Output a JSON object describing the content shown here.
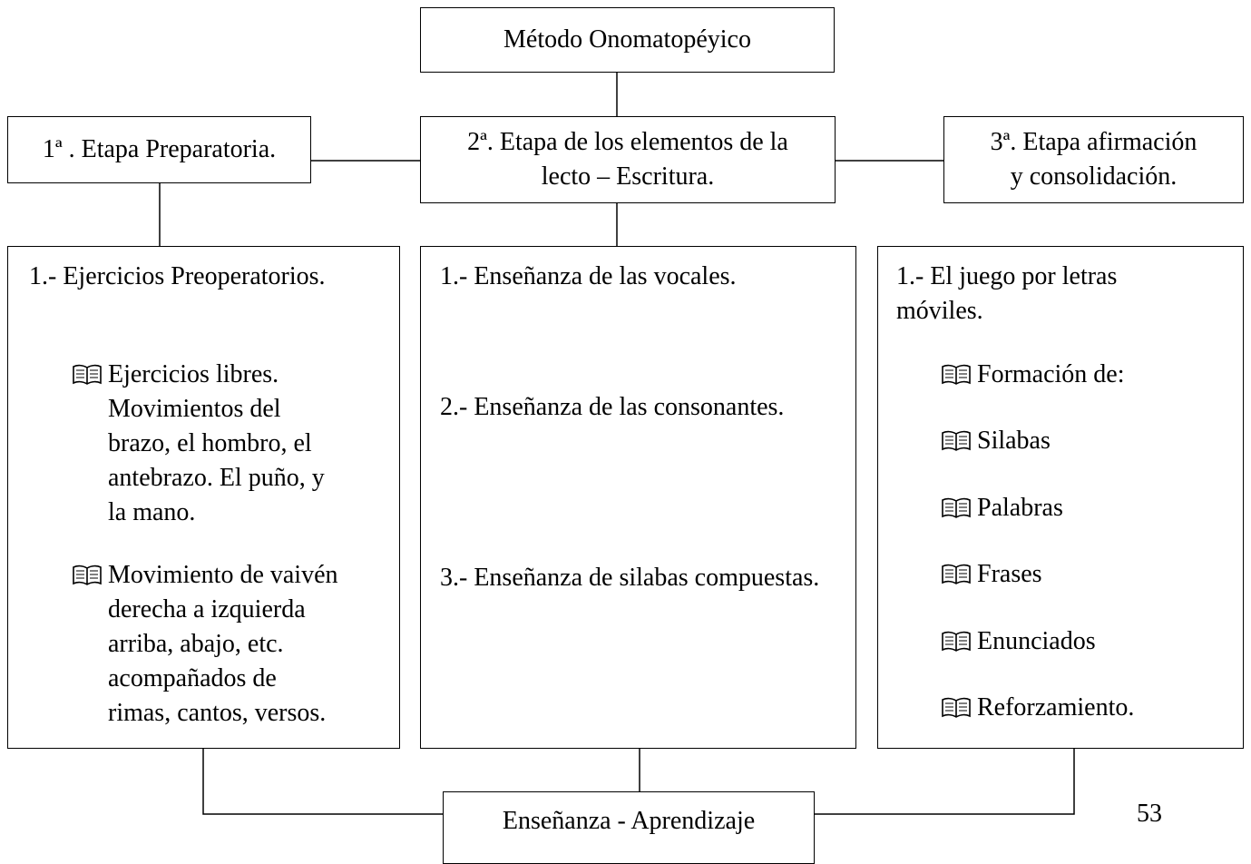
{
  "root": {
    "title": "Método Onomatopéyico"
  },
  "stages": {
    "s1": {
      "label": "1ª . Etapa Preparatoria."
    },
    "s2": {
      "line1": "2ª. Etapa de los elementos de la",
      "line2": "lecto – Escritura."
    },
    "s3": {
      "line1": "3ª. Etapa afirmación",
      "line2": "y consolidación."
    }
  },
  "col1": {
    "heading": "1.- Ejercicios Preoperatorios.",
    "bullets": [
      [
        "Ejercicios libres.",
        "Movimientos del",
        "brazo, el hombro, el",
        "antebrazo. El puño, y",
        "la mano."
      ],
      [
        "Movimiento de vaivén",
        "derecha a izquierda",
        "arriba, abajo, etc.",
        "acompañados de",
        "rimas, cantos, versos."
      ]
    ]
  },
  "col2": {
    "item1": "1.- Enseñanza de las vocales.",
    "item2": "2.- Enseñanza de las consonantes.",
    "item3": "3.- Enseñanza de silabas compuestas."
  },
  "col3": {
    "heading_line1": "1.- El juego por letras",
    "heading_line2": "móviles.",
    "bullets": [
      "Formación de:",
      "Silabas",
      "Palabras",
      "Frases",
      "Enunciados",
      "Reforzamiento."
    ]
  },
  "bottom": {
    "label": "Enseñanza - Aprendizaje"
  },
  "page_number": "53",
  "icon": "book-icon"
}
